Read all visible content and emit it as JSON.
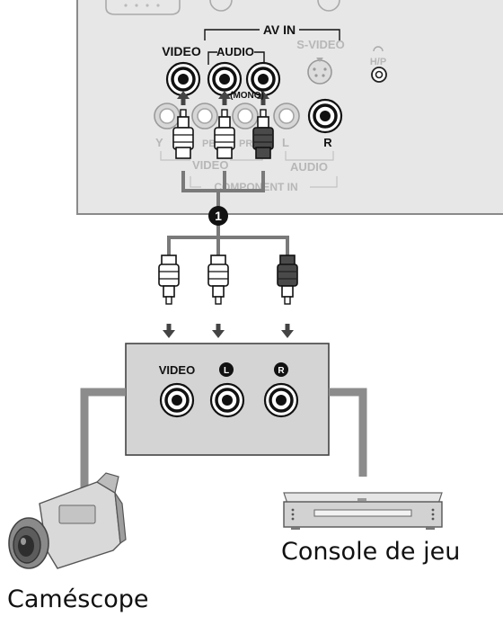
{
  "tv_panel": {
    "av_in_label": "AV IN",
    "video_label": "VIDEO",
    "audio_label": "AUDIO",
    "mono_label": "(MONO)",
    "svideo_label": "S-VIDEO",
    "hp_label": "H/P",
    "component_y": "Y",
    "component_pb": "PB",
    "component_pr": "PR",
    "component_video_label": "VIDEO",
    "audio_l": "L",
    "audio_r": "R",
    "component_audio_label": "AUDIO",
    "component_in_label": "COMPONENT IN"
  },
  "step_badge": "1",
  "device_panel": {
    "video_label": "VIDEO",
    "left_badge": "L",
    "right_badge": "R"
  },
  "devices": {
    "camcorder_caption": "Caméscope",
    "console_caption": "Console de jeu"
  },
  "colors": {
    "panel_fill": "#e7e7e7",
    "panel_border": "#8a8a8a",
    "device_panel_fill": "#d4d4d4",
    "cable": "#7a7a7a",
    "plug_white": "#ffffff",
    "plug_dark": "#4a4a4a"
  }
}
